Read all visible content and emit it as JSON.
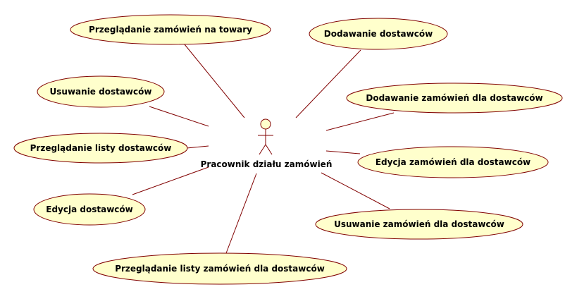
{
  "diagram": {
    "type": "use-case",
    "actor": {
      "label": "Pracownik działu zamówień"
    },
    "use_cases": [
      {
        "id": "uc-1",
        "label": "Przeglądanie zamówień na towary"
      },
      {
        "id": "uc-2",
        "label": "Dodawanie dostawców"
      },
      {
        "id": "uc-3",
        "label": "Usuwanie dostawców"
      },
      {
        "id": "uc-4",
        "label": "Dodawanie zamówień dla dostawców"
      },
      {
        "id": "uc-5",
        "label": "Przeglądanie listy dostawców"
      },
      {
        "id": "uc-6",
        "label": "Edycja zamówień dla dostawców"
      },
      {
        "id": "uc-7",
        "label": "Edycja dostawców"
      },
      {
        "id": "uc-8",
        "label": "Usuwanie zamówień dla dostawców"
      },
      {
        "id": "uc-9",
        "label": "Przeglądanie listy zamówień dla dostawców"
      }
    ],
    "colors": {
      "use_case_fill": "#ffffcc",
      "stroke": "#800000",
      "text": "#000000"
    }
  }
}
